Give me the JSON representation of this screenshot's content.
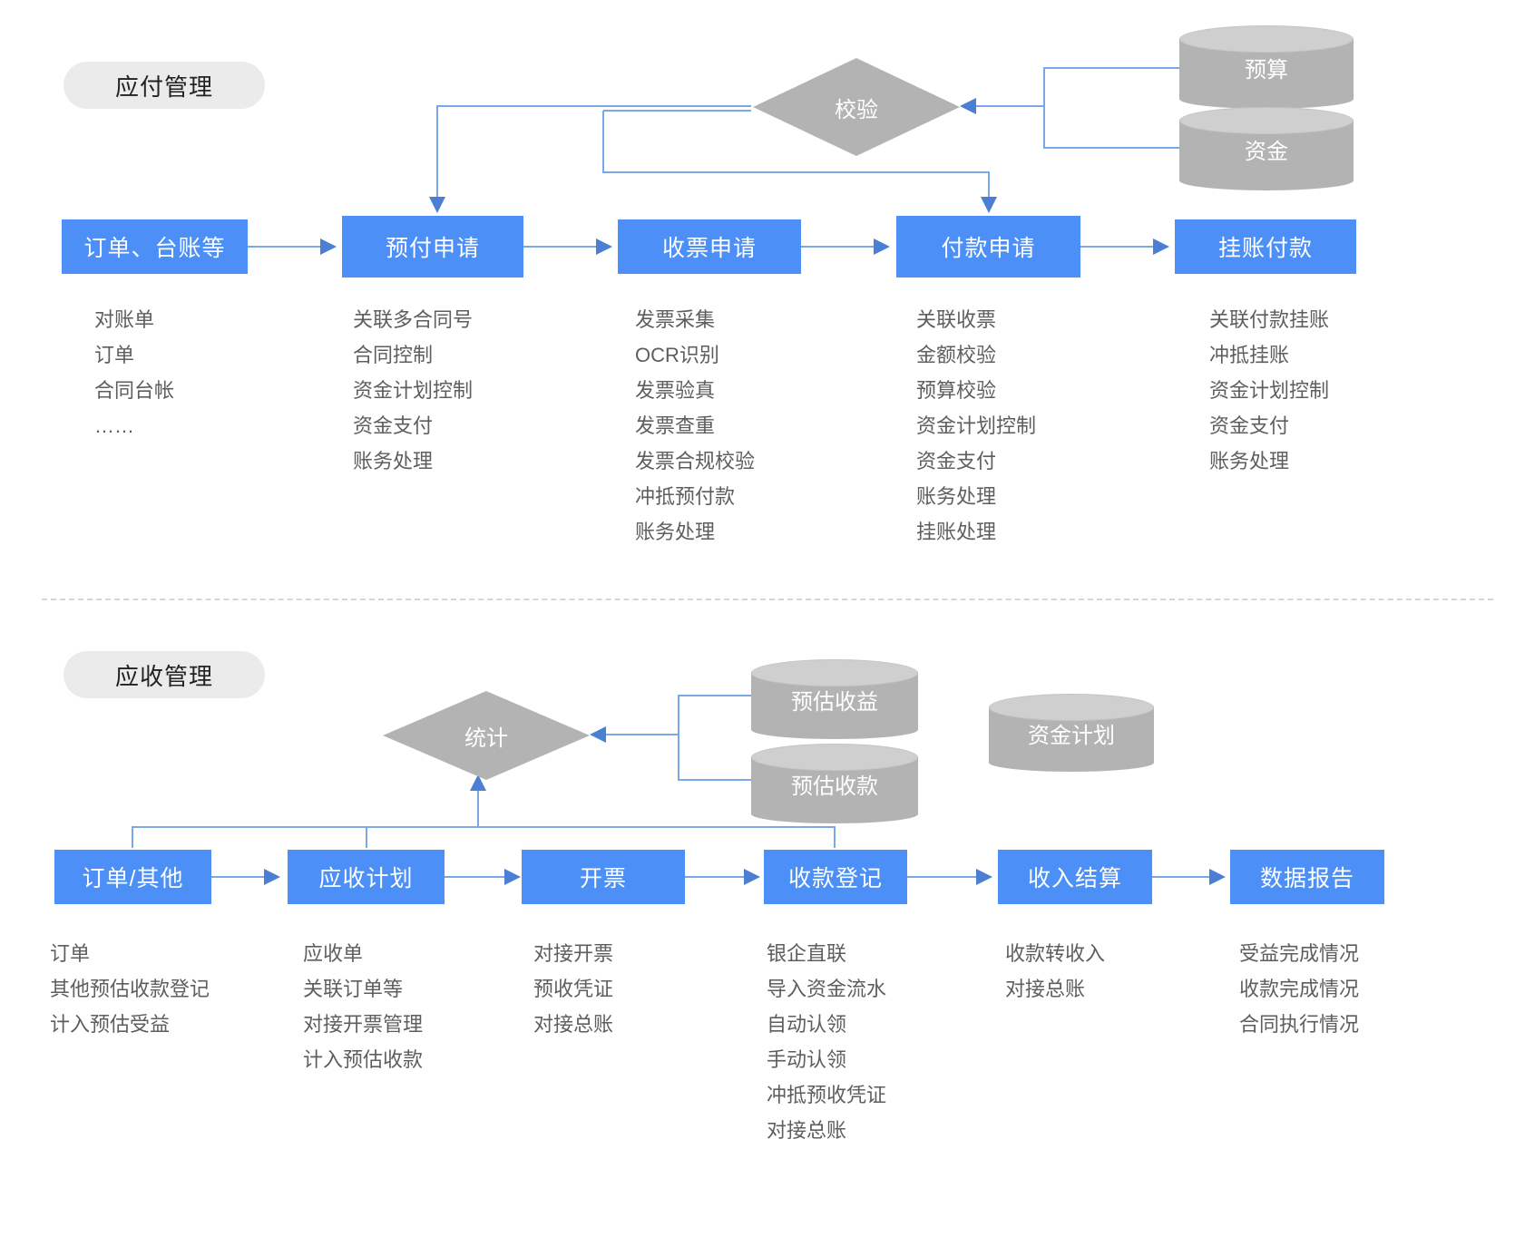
{
  "sections": [
    {
      "tag": "应付管理",
      "decision": "校验",
      "stores": [
        "预算",
        "资金"
      ],
      "steps": [
        {
          "title": "订单、台账等",
          "items": [
            "对账单",
            "订单",
            "合同台帐",
            "……"
          ]
        },
        {
          "title": "预付申请",
          "items": [
            "关联多合同号",
            "合同控制",
            "资金计划控制",
            "资金支付",
            "账务处理"
          ]
        },
        {
          "title": "收票申请",
          "items": [
            "发票采集",
            "OCR识别",
            "发票验真",
            "发票查重",
            "发票合规校验",
            "冲抵预付款",
            "账务处理"
          ]
        },
        {
          "title": "付款申请",
          "items": [
            "关联收票",
            "金额校验",
            "预算校验",
            "资金计划控制",
            "资金支付",
            "账务处理",
            "挂账处理"
          ]
        },
        {
          "title": "挂账付款",
          "items": [
            "关联付款挂账",
            "冲抵挂账",
            "资金计划控制",
            "资金支付",
            "账务处理"
          ]
        }
      ]
    },
    {
      "tag": "应收管理",
      "decision": "统计",
      "stores": [
        "预估收益",
        "预估收款",
        "资金计划"
      ],
      "steps": [
        {
          "title": "订单/其他",
          "items": [
            "订单",
            "其他预估收款登记",
            "计入预估受益"
          ]
        },
        {
          "title": "应收计划",
          "items": [
            "应收单",
            "关联订单等",
            "对接开票管理",
            "计入预估收款"
          ]
        },
        {
          "title": "开票",
          "items": [
            "对接开票",
            "预收凭证",
            "对接总账"
          ]
        },
        {
          "title": "收款登记",
          "items": [
            "银企直联",
            "导入资金流水",
            "自动认领",
            "手动认领",
            "冲抵预收凭证",
            "对接总账"
          ]
        },
        {
          "title": "收入结算",
          "items": [
            "收款转收入",
            "对接总账"
          ]
        },
        {
          "title": "数据报告",
          "items": [
            "受益完成情况",
            "收款完成情况",
            "合同执行情况"
          ]
        }
      ]
    }
  ],
  "colors": {
    "process_blue": "#4c8ff7",
    "connector_blue": "#7aa7e8",
    "store_gray": "#b3b3b3",
    "tag_gray": "#ebebeb",
    "text_gray": "#5e5e5e"
  }
}
